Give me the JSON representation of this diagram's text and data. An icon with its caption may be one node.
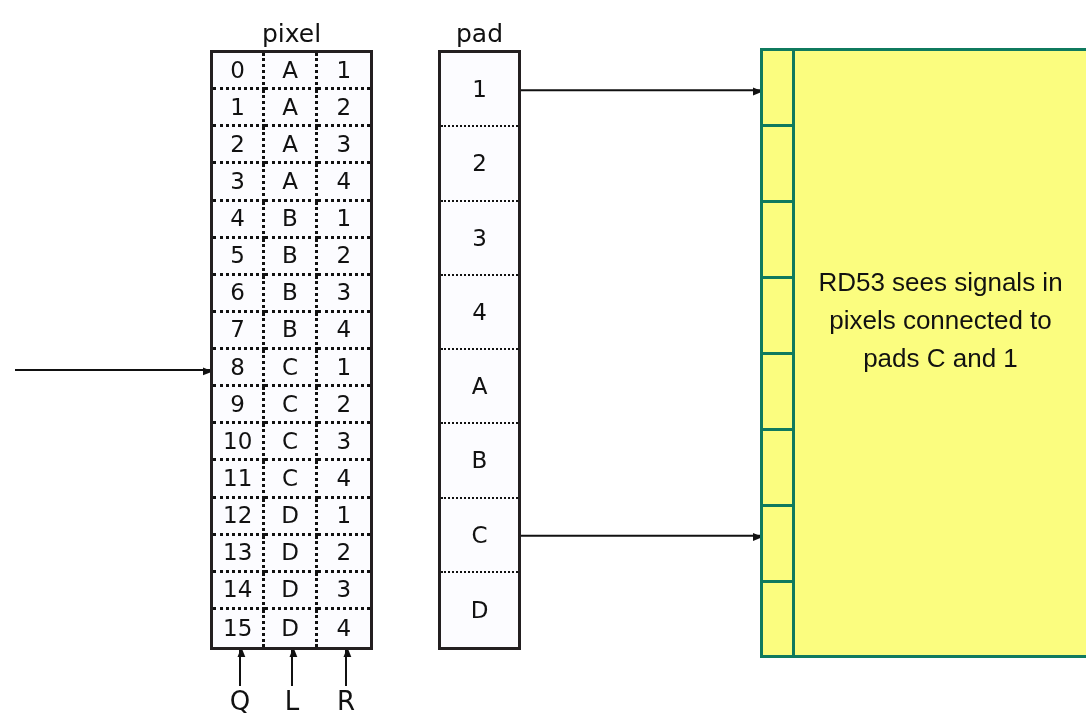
{
  "diagram": {
    "nodes": [
      {
        "text": [
          "pixel"
        ]
      },
      {
        "text": [
          "pad"
        ]
      },
      {
        "text": [
          "1"
        ],
        "in": 1
      },
      {
        "text": [
          "2"
        ],
        "in": 1
      },
      {
        "text": [
          "3"
        ],
        "in": 1
      },
      {
        "text": [
          "4"
        ],
        "in": 1
      },
      {
        "text": [
          "A"
        ],
        "in": 1
      },
      {
        "text": [
          "B"
        ],
        "in": 1
      },
      {
        "text": [
          "C"
        ],
        "in": 1
      },
      {
        "text": [
          "D"
        ],
        "in": 1
      },
      {
        "text": [
          "RD53 sees signals in pixels connected to pads C and 1"
        ]
      },
      {
        "text": [
          "Q"
        ]
      },
      {
        "text": [
          "L"
        ]
      },
      {
        "text": [
          "R"
        ]
      }
    ],
    "edges": [
      {
        "from": null,
        "to": 0,
        "arrow": "to"
      },
      {
        "from": 2,
        "to": 10,
        "arrow": "to"
      },
      {
        "from": 8,
        "to": 10,
        "arrow": "to"
      },
      {
        "from": 11,
        "to": 0,
        "arrow": "to"
      },
      {
        "from": 12,
        "to": 0,
        "arrow": "to"
      },
      {
        "from": 13,
        "to": 0,
        "arrow": "to"
      }
    ],
    "labels": [
      "0",
      "A",
      "1",
      "1",
      "A",
      "2",
      "2",
      "A",
      "3",
      "3",
      "A",
      "4",
      "4",
      "B",
      "1",
      "5",
      "B",
      "2",
      "6",
      "B",
      "3",
      "7",
      "B",
      "4",
      "8",
      "C",
      "1",
      "9",
      "C",
      "2",
      "10",
      "C",
      "3",
      "11",
      "C",
      "4",
      "12",
      "D",
      "1",
      "13",
      "D",
      "2",
      "14",
      "D",
      "3",
      "15",
      "D",
      "4"
    ]
  }
}
